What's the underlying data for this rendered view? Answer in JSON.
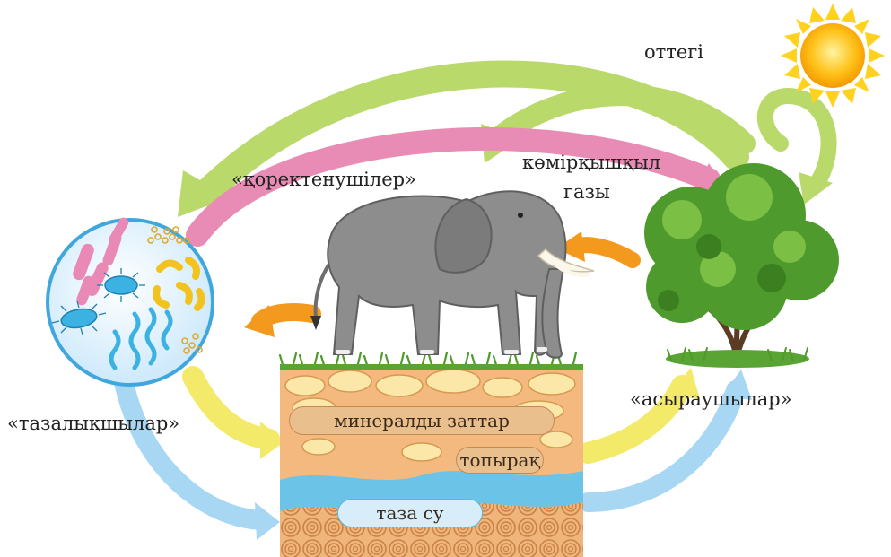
{
  "labels": {
    "oxygen": "оттегі",
    "co2_line1": "көмірқышқыл",
    "co2_line2": "газы",
    "consumers": "«қоректенушілер»",
    "decomposers": "«тазалықшылар»",
    "producers": "«асыраушылар»",
    "minerals": "минералды заттар",
    "soil": "топырақ",
    "water": "таза су"
  },
  "colors": {
    "oxygen_arrow": "#b9d96a",
    "co2_arrow": "#e98cb5",
    "energy_arrow": "#f39a1e",
    "mineral_arrow": "#f4ea6a",
    "water_arrow": "#8fcbee",
    "soil": "#f3b97e",
    "water_layer": "#6cc3e8",
    "tree": "#4f9a2c",
    "elephant": "#8d8d8d",
    "sun": "#ffc21a"
  },
  "icons": [
    "sun-icon",
    "elephant-icon",
    "tree-icon",
    "microbes-icon",
    "soil-block"
  ]
}
